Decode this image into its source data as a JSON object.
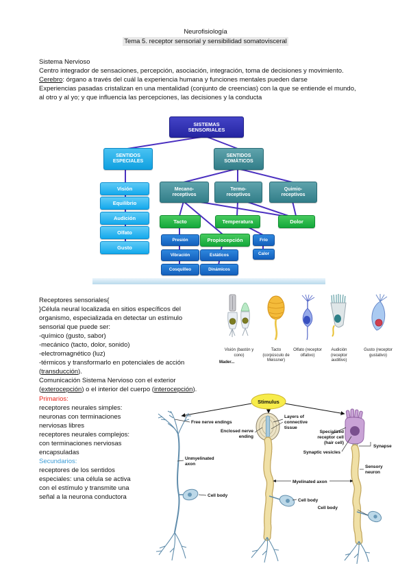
{
  "page": {
    "title": "Neurofisiología",
    "subtitle": "Tema 5. receptor sensorial y sensibilidad somatovisceral"
  },
  "intro": {
    "heading": "Sistema Nervioso",
    "line1": "Centro integrador de sensaciones, percepción, asociación, integración, toma de decisiones y movimiento.",
    "line2_term": "Cerebro",
    "line2_rest": ": órgano a través del cuál la experiencia humana y funciones mentales pueden darse",
    "line3": "Experiencias pasadas cristalizan en una mentalidad (conjunto de creencias) con la que se entiende el mundo,",
    "line4": "al otro y al yo; y que influencia las percepciones, las decisiones y la conducta"
  },
  "flowchart": {
    "nodes": [
      {
        "label": "SISTEMAS\nSENSORIALES"
      },
      {
        "label": "SENTIDOS\nESPECIALES"
      },
      {
        "label": "SENTIDOS\nSOMÁTICOS"
      },
      {
        "label": "Visión"
      },
      {
        "label": "Equilibrio"
      },
      {
        "label": "Audición"
      },
      {
        "label": "Olfato"
      },
      {
        "label": "Gusto"
      },
      {
        "label": "Mecano-\nreceptivos"
      },
      {
        "label": "Termo-\nreceptivos"
      },
      {
        "label": "Quimio-\nreceptivos"
      },
      {
        "label": "Tacto"
      },
      {
        "label": "Temperatura"
      },
      {
        "label": "Dolor"
      },
      {
        "label": "Presión"
      },
      {
        "label": "Propiocepción"
      },
      {
        "label": "Frío"
      },
      {
        "label": "Vibración"
      },
      {
        "label": "Estáticos"
      },
      {
        "label": "Calor"
      },
      {
        "label": "Cosquilleo"
      },
      {
        "label": "Dinámicos"
      }
    ]
  },
  "receptors": {
    "heading": "Receptores sensoriales",
    "p1": "Célula neural localizada en sitios específicos del\norganismo, especializada en detectar un estímulo\nsensorial que puede ser:\n-químico (gusto, sabor)\n-mecánico (tacto, dolor, sonido)\n-electromagnético (luz)\n-térmicos y transformarlo en potenciales de acción\n(",
    "u1": "transducción",
    "p2": ").\nComunicación Sistema Nervioso con el exterior\n(",
    "u2": "exterocepción",
    "p3": ") o el interior del cuerpo (",
    "u3": "interocepción",
    "p4": ").",
    "cells": [
      {
        "name": "Visión",
        "sub": "(bastón y cono)",
        "credit": "Mader..."
      },
      {
        "name": "Tacto",
        "sub": "(corpúsculo de Meissner)",
        "credit": ""
      },
      {
        "name": "Olfato",
        "sub": "(receptor olfativo)",
        "credit": ""
      },
      {
        "name": "Audición",
        "sub": "(receptor auditivo)",
        "credit": ""
      },
      {
        "name": "Gusto",
        "sub": "(receptor gustativo)",
        "credit": ""
      }
    ]
  },
  "types": {
    "primary_label": "Primarios:",
    "primary_text": "receptores neurales simples:\nneuronas con terminaciones\nnerviosas libres\nreceptores neurales complejos:\ncon terminaciones nerviosas\nencapsuladas",
    "secondary_label": "Secundarios:",
    "secondary_text": "receptores de los sentidos\nespeciales: una célula se activa\ncon el estímulo y transmite una\nseñal a la neurona conductora"
  },
  "neuron_figure": {
    "stimulus": "Stimulus",
    "labels": {
      "free": "Free nerve endings",
      "unmyelinated": [
        "Unmyelinated",
        "axon"
      ],
      "cell_body": "Cell body",
      "enclosed": [
        "Enclosed nerve",
        "ending"
      ],
      "layers": [
        "Layers of",
        "connective",
        "tissue"
      ],
      "myelinated": "Myelinated axon",
      "specialized": [
        "Specialized",
        "receptor cell",
        "(hair cell)"
      ],
      "vesicles": "Synaptic vesicles",
      "synapse": "Synapse",
      "sensory": [
        "Sensory",
        "neuron"
      ]
    }
  },
  "colors": {
    "connector_purple": "#4a2fc0",
    "box_dark_blue": "#2525a2",
    "box_cyan": "#14a9ec",
    "box_teal": "#327e89",
    "box_green": "#14a83a",
    "box_small_blue": "#1360bd",
    "primary_red": "#e8271d",
    "secondary_blue": "#3b9bd5",
    "stimulus_yellow": "#f7ec4a",
    "myelin_tan": "#f0e0a6",
    "neuron_blue": "#bcd8e8",
    "receptor_purple": "#c9a3d6"
  }
}
